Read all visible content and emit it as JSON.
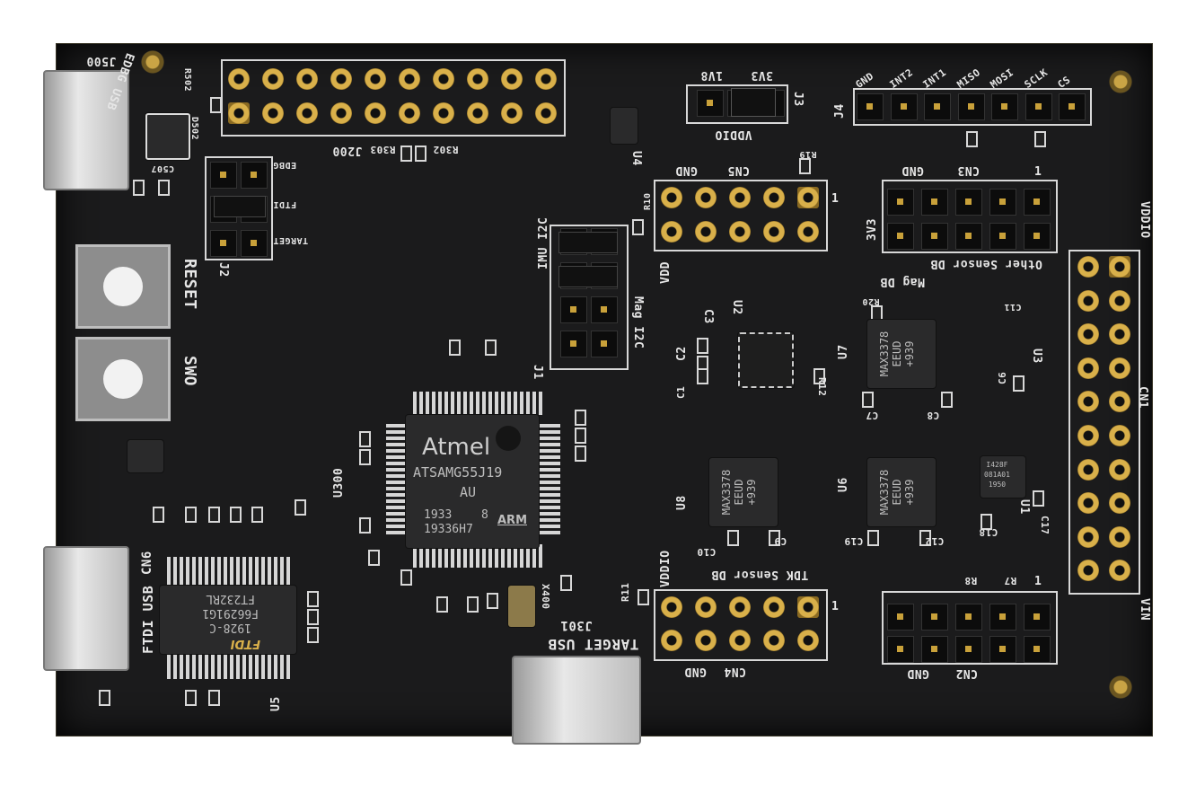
{
  "board": {
    "color": "#1b1b1c",
    "pad_color": "#d9b04a",
    "mcu": {
      "brand": "Atmel",
      "part": "ATSAMG55J19",
      "suffix": "AU",
      "date": "1933",
      "rev": "8",
      "lot": "19336H7",
      "core": "ARM"
    },
    "ftdi": {
      "part": "FT232RL",
      "lot": "F66291G1",
      "date": "1928-C",
      "brand": "FTDI"
    },
    "level_shifter": {
      "line1": "MAX3378",
      "line2": "EEUD",
      "line3": "+939"
    },
    "u1_marking": {
      "line1": "I428F",
      "line2": "081A01",
      "line3": "1950"
    },
    "labels": {
      "edbg_usb": "EDBG USB",
      "j500": "J500",
      "j200": "J200",
      "r303": "R303",
      "r302": "R302",
      "r502": "R502",
      "d502": "D502",
      "c507": "C507",
      "j2": "J2",
      "edbg": "EDBG",
      "ftdi": "FTDI",
      "target": "TARGET",
      "reset": "RESET",
      "swo": "SWO",
      "v1v8": "1V8",
      "v3v3": "3V3",
      "j3": "J3",
      "vddio_j3": "VDDIO",
      "j4": "J4",
      "j4_pins": [
        "GND",
        "INT2",
        "INT1",
        "MISO",
        "MOSI",
        "SCLK",
        "CS"
      ],
      "cn5": "CN5",
      "gnd_cn5": "GND",
      "vdd": "VDD",
      "one": "1",
      "cn3": "CN3",
      "gnd_cn3": "GND",
      "v3v3_cn3": "3V3",
      "other_sensor_db": "Other Sensor DB",
      "mag_db": "Mag DB",
      "vddio_cn1": "VDDIO",
      "cn1": "CN1",
      "vin": "VIN",
      "imu_i2c": "IMU I2C",
      "mag_i2c": "Mag I2C",
      "j1": "J1",
      "u2": "U2",
      "u3": "U3",
      "u4": "U4",
      "u7": "U7",
      "u8": "U8",
      "u6": "U6",
      "u1": "U1",
      "u5": "U5",
      "u300": "U300",
      "ftdi_usb": "FTDI USB",
      "cn6": "CN6",
      "tdk_sensor_db": "TDK Sensor DB",
      "vddio_cn4": "VDDIO",
      "cn4": "CN4",
      "gnd_cn4": "GND",
      "target_usb": "TARGET USB",
      "j301": "J301",
      "cn2": "CN2",
      "gnd_cn2": "GND",
      "r7": "R7",
      "r8": "R8",
      "x400": "X400",
      "c2": "C2",
      "c3": "C3",
      "c1": "C1",
      "r12": "R12",
      "c7": "C7",
      "c8": "C8",
      "c19": "C19",
      "c12": "C12",
      "c10": "C10",
      "c9": "C9",
      "c18": "C18",
      "c17": "C17",
      "c6": "C6",
      "c11": "C11",
      "r10": "R10",
      "r19": "R19",
      "r11": "R11",
      "r20": "R20"
    }
  }
}
